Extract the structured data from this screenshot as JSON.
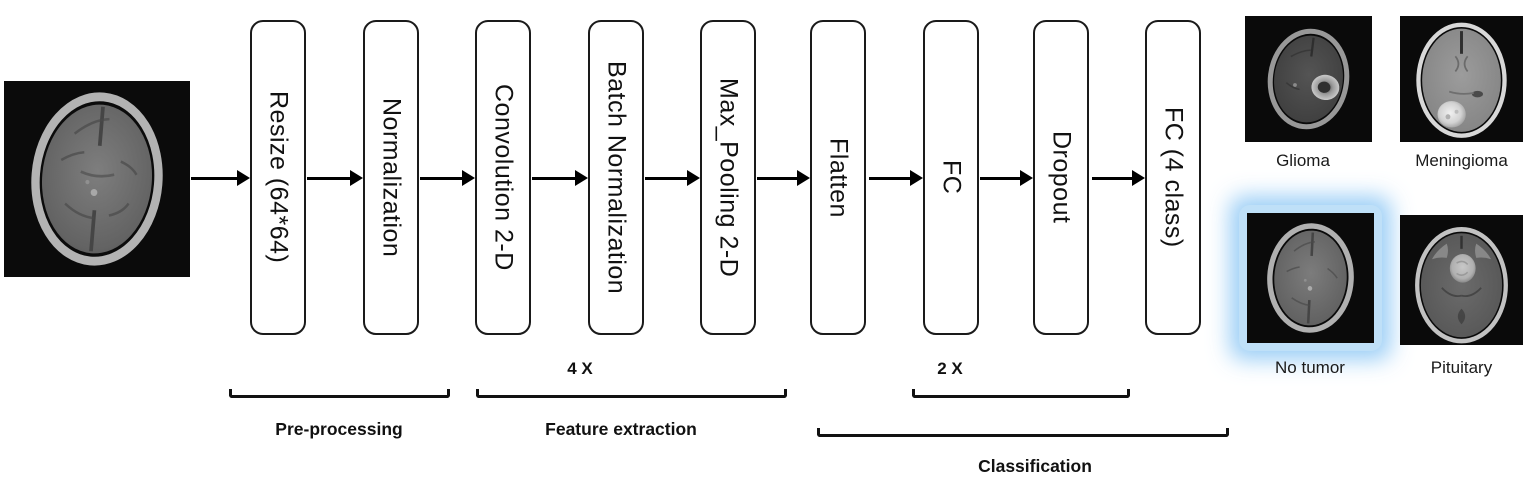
{
  "pipeline": {
    "stages": [
      {
        "id": "resize",
        "label": "Resize (64*64)"
      },
      {
        "id": "normalization",
        "label": "Normalization"
      },
      {
        "id": "conv2d",
        "label": "Convolution 2-D"
      },
      {
        "id": "batchnorm",
        "label": "Batch Normalization"
      },
      {
        "id": "maxpool2d",
        "label": "Max_Pooling 2-D"
      },
      {
        "id": "flatten",
        "label": "Flatten"
      },
      {
        "id": "fc",
        "label": "FC"
      },
      {
        "id": "dropout",
        "label": "Dropout"
      },
      {
        "id": "fc4class",
        "label": "FC (4 class)"
      }
    ],
    "repeat_badges": {
      "feature_extraction": "4 X",
      "fc_dropout": "2 X"
    },
    "groups": {
      "preprocessing": "Pre-processing",
      "feature_extraction": "Feature extraction",
      "classification": "Classification"
    }
  },
  "outputs": {
    "classes": [
      {
        "label": "Glioma",
        "highlighted": false
      },
      {
        "label": "Meningioma",
        "highlighted": false
      },
      {
        "label": "No tumor",
        "highlighted": true
      },
      {
        "label": "Pituitary",
        "highlighted": false
      }
    ]
  },
  "colors": {
    "highlight_glow": "#b5dcf8",
    "box_border": "#1a1a1a",
    "arrow": "#000000"
  }
}
